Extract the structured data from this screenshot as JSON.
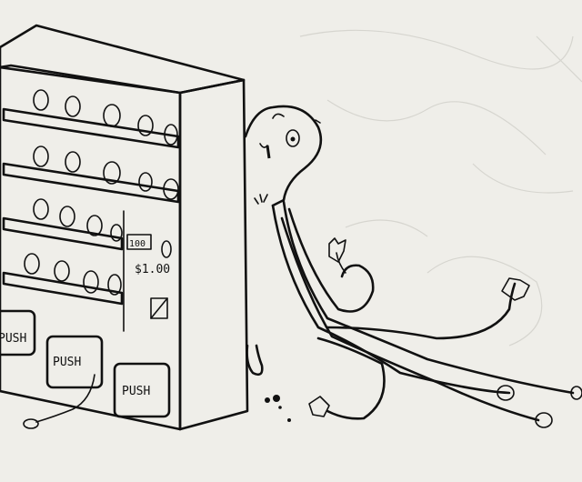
{
  "colors": {
    "paper": "#efeee9",
    "machine_red": "#cf4b4b",
    "ink": "#111111",
    "faint_sketch": "#d6d5cf"
  },
  "machine": {
    "price_label": "$1.00",
    "coin_display": "100",
    "push_buttons": [
      "PUSH",
      "PUSH",
      "PUSH"
    ]
  }
}
